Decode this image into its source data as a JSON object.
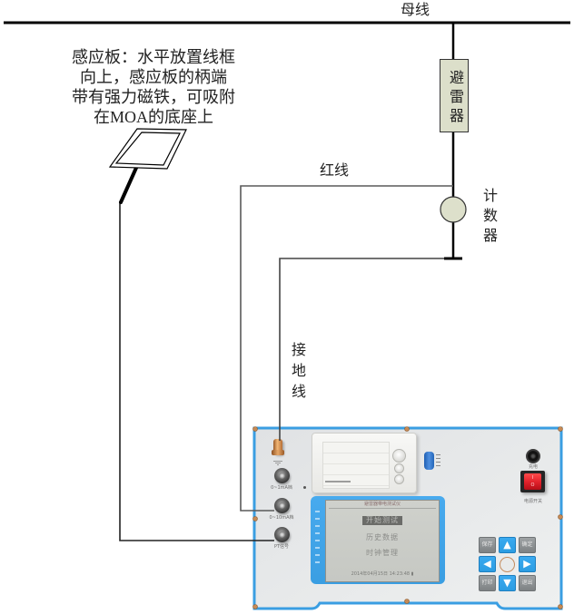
{
  "colors": {
    "panel_blue": "#3a9ee2",
    "arrester_fill": "#dcdfca",
    "counter_fill": "#dde0cb",
    "power_switch_red": "#e0202a",
    "key_blue": "#2c9de2",
    "key_gray": "#8a8e90",
    "lcd_background": "#c6c8c3"
  },
  "diagram": {
    "busbar_label": "母线",
    "arrester_label": "避雷器",
    "counter_label": "计数器",
    "red_wire_label": "红线",
    "ground_wire_label": "接地线",
    "sensor_plate_note": {
      "lines": [
        "感应板：水平放置线框",
        "向上，感应板的柄端",
        "带有强力磁铁，可吸附",
        "在MOA的底座上"
      ]
    }
  },
  "instrument": {
    "inputs": [
      {
        "label": "0~1mA档"
      },
      {
        "label": "0~10mA档"
      },
      {
        "label": "PT信号"
      }
    ],
    "charge_port_label": "充电",
    "power_switch": {
      "label": "电源开关",
      "on_mark": "I",
      "off_mark": "O"
    },
    "lcd": {
      "title": "避雷器带电测试仪",
      "menu": [
        {
          "label": "开始测试",
          "selected": true
        },
        {
          "label": "历史数据",
          "selected": false
        },
        {
          "label": "时钟管理",
          "selected": false
        }
      ],
      "status_line": "2014年04月15日 14:23:48 ▮"
    },
    "keypad": {
      "save": "保存",
      "confirm": "确定",
      "print": "打印",
      "exit": "退出",
      "up": "▲",
      "down": "▼",
      "left": "◀",
      "right": "▶"
    }
  }
}
